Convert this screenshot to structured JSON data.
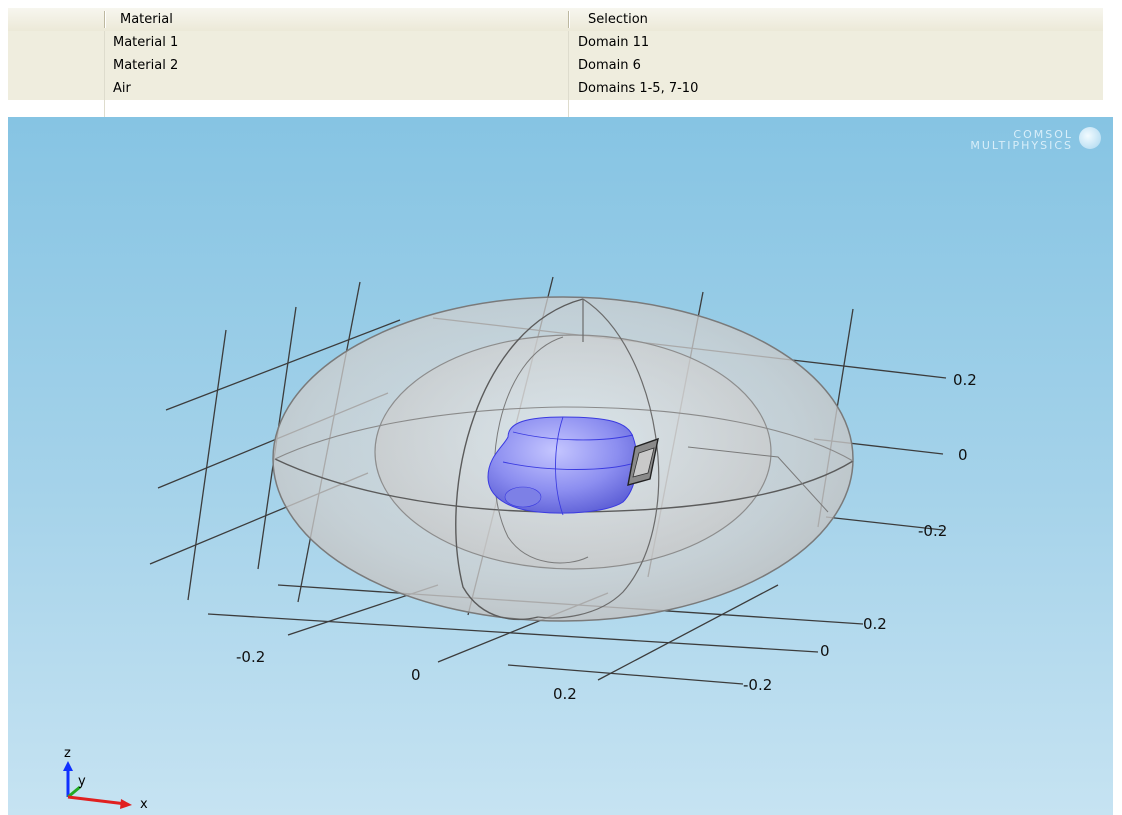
{
  "table": {
    "headers": {
      "material": "Material",
      "selection": "Selection"
    },
    "rows": [
      {
        "material": "Material 1",
        "selection": "Domain 11"
      },
      {
        "material": "Material 2",
        "selection": "Domain 6"
      },
      {
        "material": "Air",
        "selection": "Domains 1-5, 7-10"
      }
    ]
  },
  "viewport": {
    "brand_line1": "COMSOL",
    "brand_line2": "MULTIPHYSICS",
    "brand_logo_icon": "comsol-logo-icon",
    "axis_ticks": {
      "z": [
        "0.2",
        "0",
        "-0.2"
      ],
      "y": [
        "0.2",
        "0",
        "-0.2"
      ],
      "x": [
        "-0.2",
        "0",
        "0.2"
      ]
    },
    "triad": {
      "z": "z",
      "y": "y",
      "x": "x"
    },
    "colors": {
      "background_top": "#86c4e3",
      "background_bottom": "#c6e3f2",
      "head_domain": "#8a8cf2",
      "domain_edges": "#3a3ae0",
      "sphere_fill": "#d8d8d8"
    }
  }
}
